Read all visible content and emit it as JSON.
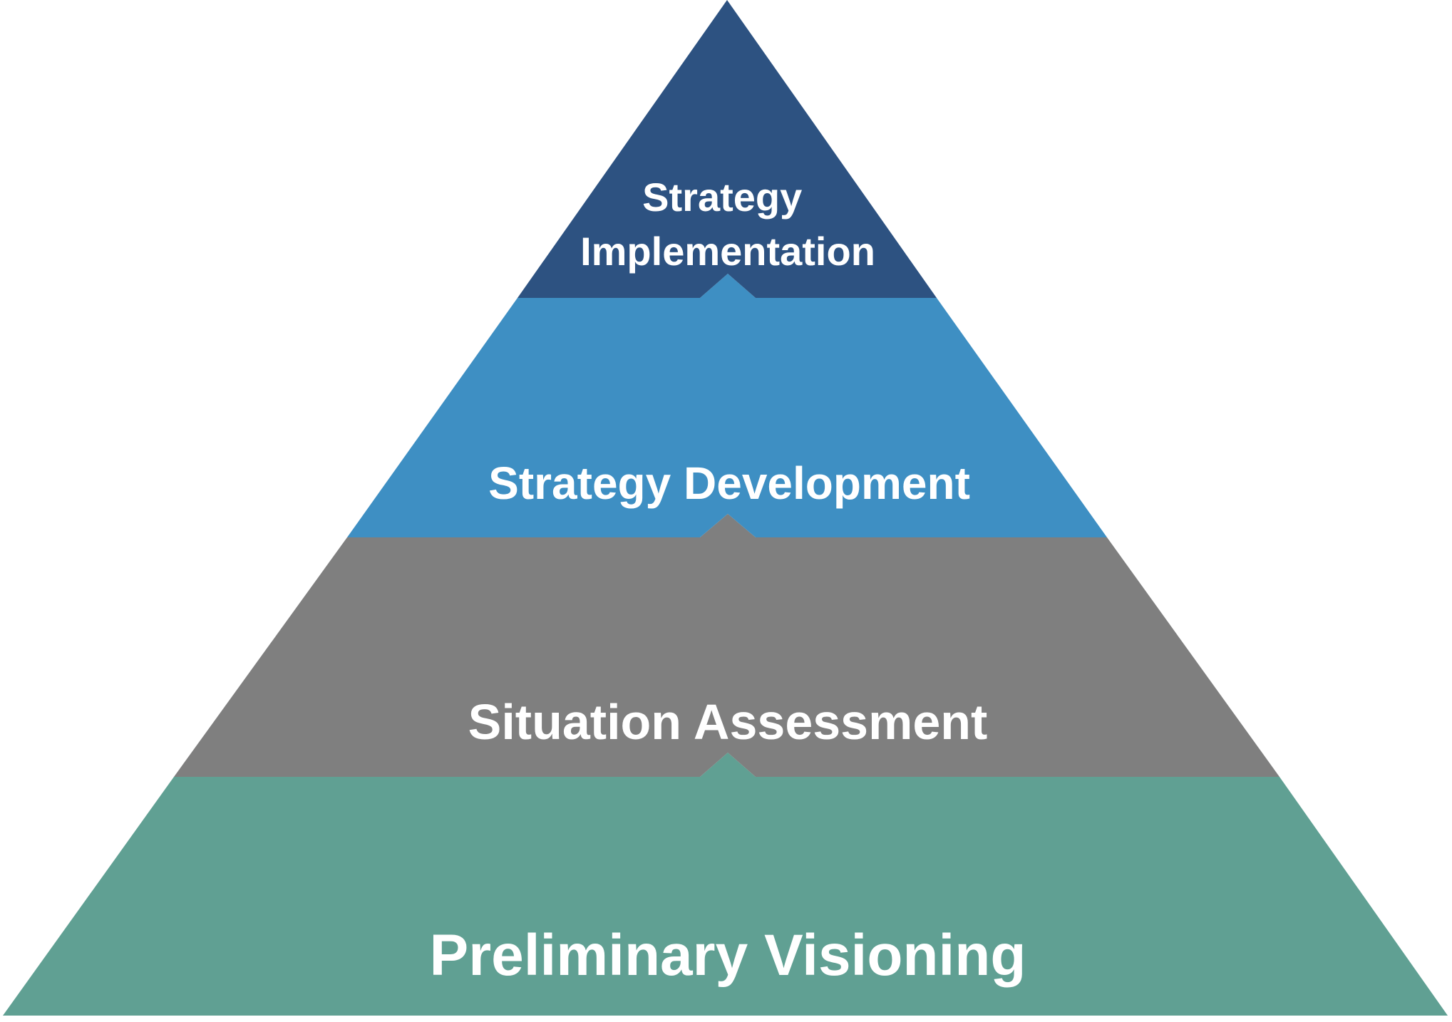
{
  "diagram": {
    "type": "pyramid",
    "tiers": [
      {
        "label_lines": [
          "Strategy",
          "Implementation"
        ],
        "color": "#2d5281"
      },
      {
        "label_lines": [
          "Strategy Development"
        ],
        "color": "#3e8fc3"
      },
      {
        "label_lines": [
          "Situation Assessment"
        ],
        "color": "#7f7f7f"
      },
      {
        "label_lines": [
          "Preliminary Visioning"
        ],
        "color": "#60a093"
      }
    ]
  }
}
